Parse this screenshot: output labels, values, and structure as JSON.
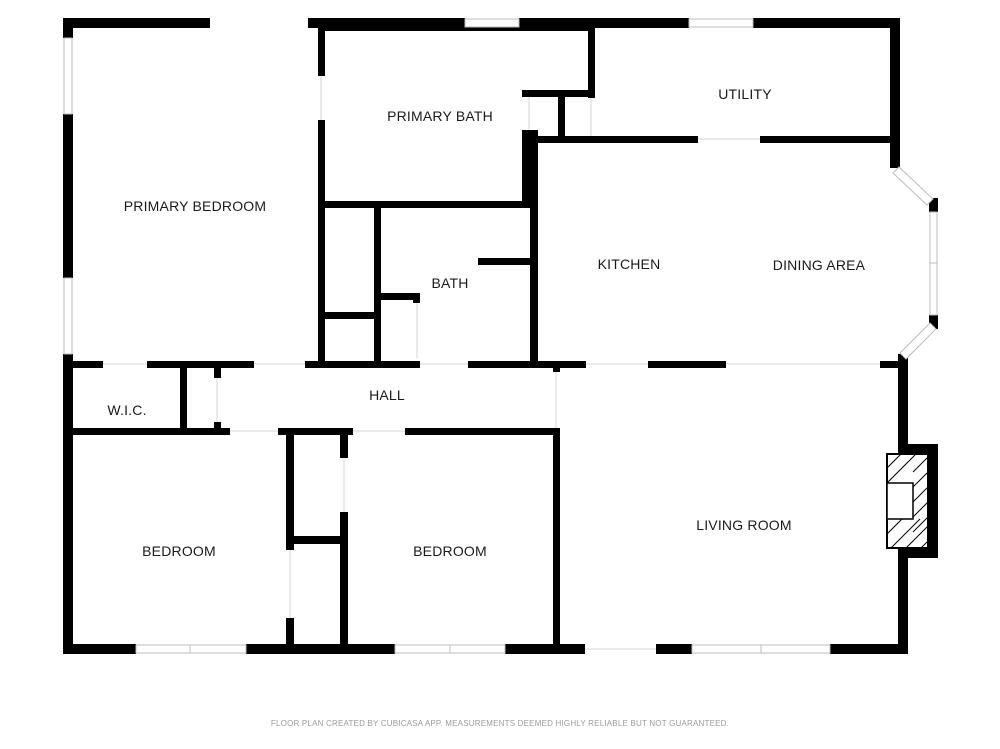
{
  "rooms": {
    "primary_bedroom": "PRIMARY BEDROOM",
    "primary_bath": "PRIMARY BATH",
    "utility": "UTILITY",
    "kitchen": "KITCHEN",
    "dining_area": "DINING AREA",
    "bath": "BATH",
    "hall": "HALL",
    "wic": "W.I.C.",
    "bedroom_left": "BEDROOM",
    "bedroom_middle": "BEDROOM",
    "living_room": "LIVING ROOM"
  },
  "footer": "FLOOR PLAN CREATED BY CUBICASA APP. MEASUREMENTS DEEMED HIGHLY RELIABLE BUT NOT GUARANTEED.",
  "colors": {
    "wall": "#000000",
    "window": "#bdbdbd",
    "background": "#ffffff"
  }
}
